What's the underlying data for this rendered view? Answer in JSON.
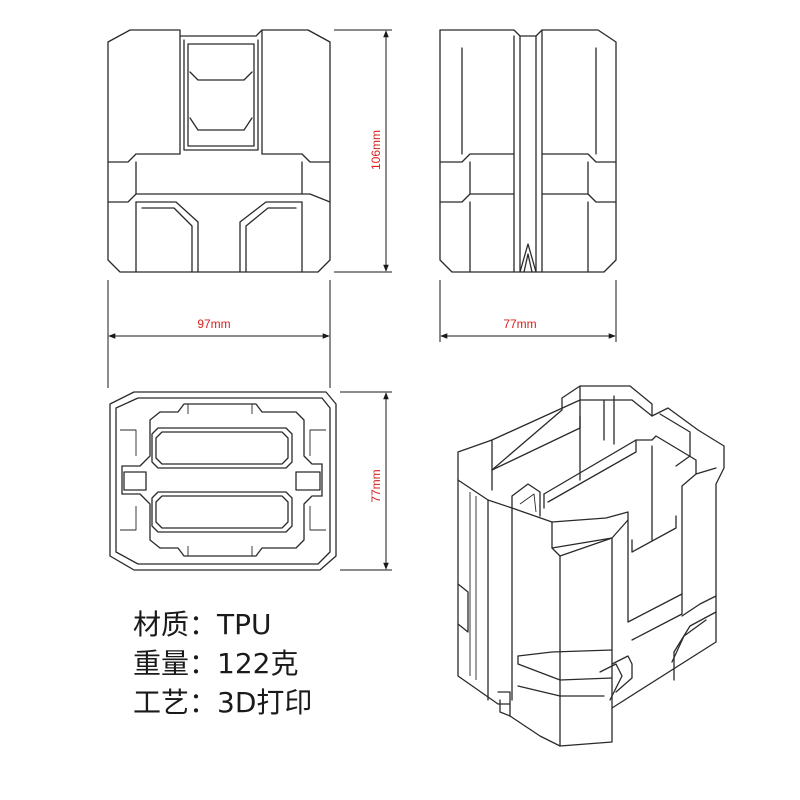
{
  "dimensions": {
    "front_width": "97mm",
    "side_width": "77mm",
    "height": "106mm",
    "top_depth": "77mm"
  },
  "specs": [
    {
      "label": "材质",
      "separator": "：",
      "value": "TPU"
    },
    {
      "label": "重量",
      "separator": "：",
      "value": "122克"
    },
    {
      "label": "工艺",
      "separator": "：",
      "value": "3D打印"
    }
  ],
  "colors": {
    "dimension_text": "#d9201e",
    "line": "#2a2a2a",
    "background": "#ffffff"
  }
}
